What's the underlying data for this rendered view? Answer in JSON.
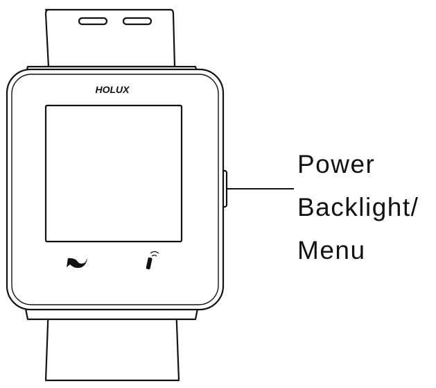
{
  "device": {
    "brand": "HOLUX"
  },
  "callout": {
    "line1": "Power",
    "line2": "Backlight/",
    "line3": "Menu"
  },
  "icons": {
    "left_button": "back-arrow-icon",
    "right_button": "remote-control-icon",
    "side_button": "side-button-icon"
  }
}
